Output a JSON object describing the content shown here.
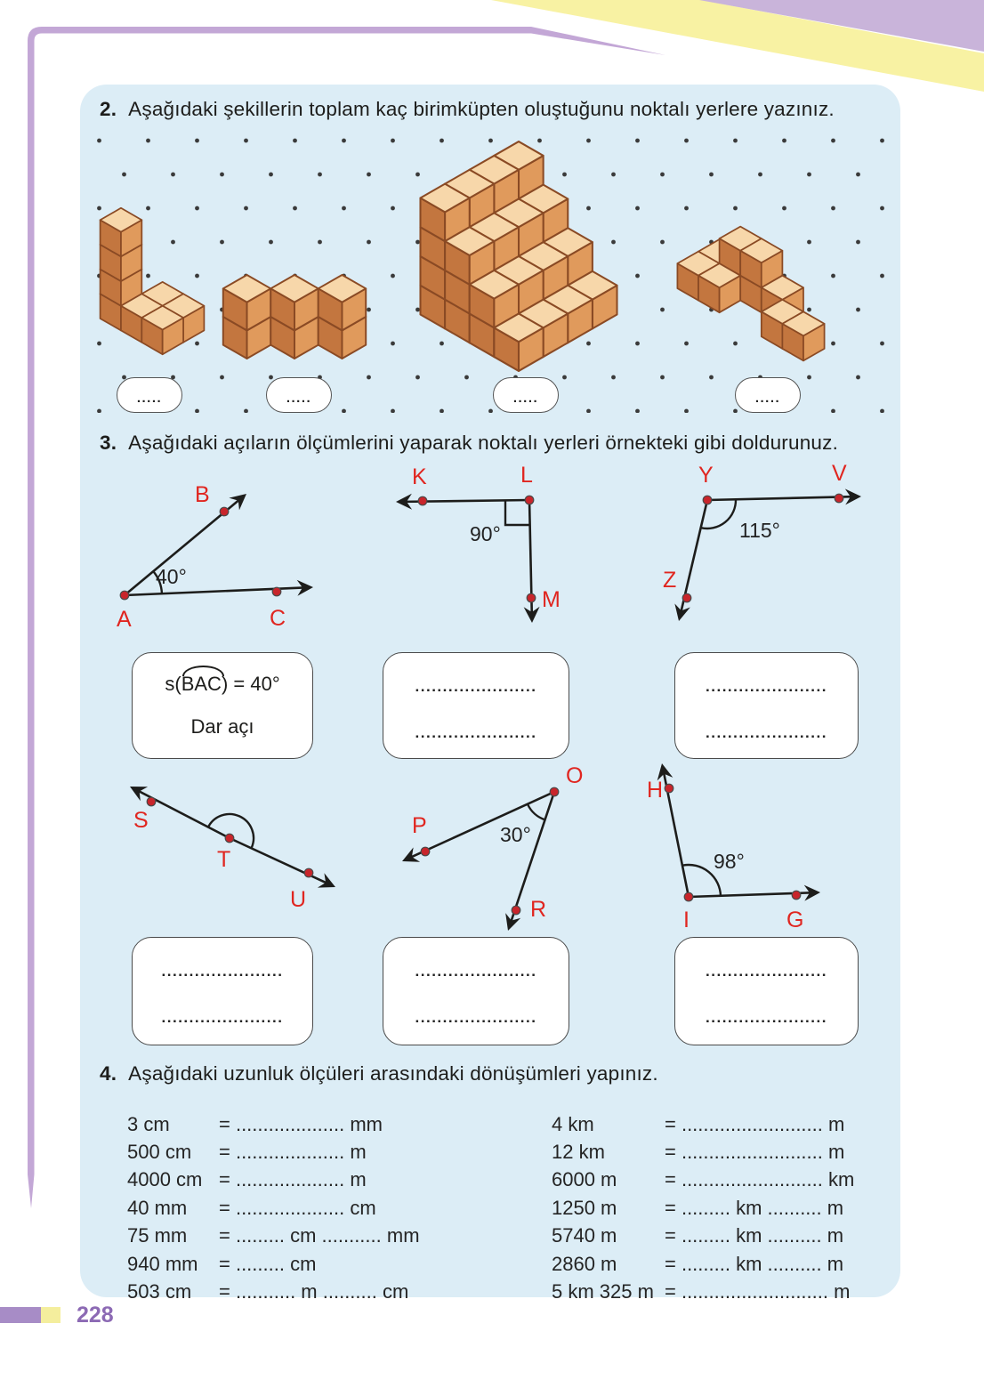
{
  "page": {
    "number": "228"
  },
  "q2": {
    "no": "2.",
    "text": "Aşağıdaki şekillerin toplam kaç birimküpten oluştuğunu noktalı yerlere yazınız.",
    "answers": [
      ".....",
      ".....",
      ".....",
      "....."
    ],
    "figures": [
      {
        "name": "l-shaped-block",
        "cubes": [
          [
            0,
            1,
            0
          ],
          [
            0,
            1,
            1
          ],
          [
            0,
            1,
            2
          ],
          [
            0,
            1,
            3
          ],
          [
            1,
            0,
            0
          ],
          [
            1,
            1,
            0
          ],
          [
            2,
            0,
            0
          ],
          [
            2,
            1,
            0
          ]
        ]
      },
      {
        "name": "zigzag-block",
        "cubes": [
          [
            0,
            1,
            0
          ],
          [
            0,
            1,
            1
          ],
          [
            1,
            0,
            0
          ],
          [
            1,
            0,
            1
          ],
          [
            2,
            -1,
            0
          ],
          [
            2,
            -1,
            1
          ]
        ]
      },
      {
        "name": "staircase-block",
        "cubes": [
          [
            0,
            0,
            0
          ],
          [
            0,
            0,
            1
          ],
          [
            0,
            0,
            2
          ],
          [
            0,
            0,
            3
          ],
          [
            0,
            1,
            0
          ],
          [
            0,
            1,
            1
          ],
          [
            0,
            1,
            2
          ],
          [
            0,
            1,
            3
          ],
          [
            0,
            2,
            0
          ],
          [
            0,
            2,
            1
          ],
          [
            0,
            2,
            2
          ],
          [
            0,
            2,
            3
          ],
          [
            0,
            3,
            0
          ],
          [
            0,
            3,
            1
          ],
          [
            0,
            3,
            2
          ],
          [
            0,
            3,
            3
          ],
          [
            1,
            0,
            0
          ],
          [
            1,
            0,
            1
          ],
          [
            1,
            0,
            2
          ],
          [
            1,
            1,
            0
          ],
          [
            1,
            1,
            1
          ],
          [
            1,
            1,
            2
          ],
          [
            1,
            2,
            0
          ],
          [
            1,
            2,
            1
          ],
          [
            1,
            2,
            2
          ],
          [
            1,
            3,
            0
          ],
          [
            1,
            3,
            1
          ],
          [
            1,
            3,
            2
          ],
          [
            2,
            0,
            0
          ],
          [
            2,
            0,
            1
          ],
          [
            2,
            1,
            0
          ],
          [
            2,
            1,
            1
          ],
          [
            2,
            2,
            0
          ],
          [
            2,
            2,
            1
          ],
          [
            2,
            3,
            0
          ],
          [
            2,
            3,
            1
          ],
          [
            3,
            0,
            0
          ],
          [
            3,
            1,
            0
          ],
          [
            3,
            2,
            0
          ],
          [
            3,
            3,
            0
          ]
        ]
      },
      {
        "name": "irregular-block",
        "cubes": [
          [
            0,
            0,
            0
          ],
          [
            1,
            0,
            0
          ],
          [
            0,
            1,
            0
          ],
          [
            1,
            1,
            0
          ],
          [
            2,
            0,
            0
          ],
          [
            1,
            0,
            1
          ],
          [
            2,
            0,
            1
          ],
          [
            3,
            0,
            0
          ],
          [
            4,
            1,
            0
          ],
          [
            5,
            1,
            0
          ]
        ]
      }
    ],
    "colors": {
      "wood_top": "#f7d7aa",
      "wood_right": "#e09a5c",
      "wood_left": "#c3763f",
      "wood_line": "#8a4a24"
    }
  },
  "q3": {
    "no": "3.",
    "text": "Aşağıdaki açıların ölçümlerini yaparak noktalı yerleri örnekteki gibi doldurunuz.",
    "angles": [
      {
        "p1": "B",
        "vertex": "A",
        "p2": "C",
        "degree": "40°"
      },
      {
        "p1": "K",
        "vertex": "L",
        "p2": "M",
        "degree": "90°"
      },
      {
        "p1": "V",
        "vertex": "Y",
        "p2": "Z",
        "degree": "115°"
      },
      {
        "p1": "S",
        "vertex": "T",
        "p2": "U",
        "degree": ""
      },
      {
        "p1": "P",
        "vertex": "O",
        "p2": "R",
        "degree": "30°"
      },
      {
        "p1": "H",
        "vertex": "I",
        "p2": "G",
        "degree": "98°"
      }
    ],
    "example": {
      "open": "s(",
      "letters": "BAC",
      "close": ") = 40°",
      "label": "Dar açı"
    },
    "dots": "......................",
    "label_color": "#e02620"
  },
  "q4": {
    "no": "4.",
    "text": "Aşağıdaki uzunluk ölçüleri arasındaki dönüşümleri yapınız.",
    "left": [
      [
        "3 cm",
        "= .................... mm"
      ],
      [
        "500 cm",
        "= .................... m"
      ],
      [
        "4000 cm",
        "= .................... m"
      ],
      [
        "40 mm",
        "= .................... cm"
      ],
      [
        "75 mm",
        "= ......... cm ........... mm"
      ],
      [
        "940 mm",
        "= ......... cm"
      ],
      [
        "503 cm",
        "= ........... m .......... cm"
      ]
    ],
    "right": [
      [
        "4 km",
        "= .......................... m"
      ],
      [
        "12 km",
        "= .......................... m"
      ],
      [
        "6000 m",
        "= .......................... km"
      ],
      [
        "1250 m",
        "= ......... km .......... m"
      ],
      [
        "5740 m",
        "= ......... km .......... m"
      ],
      [
        "2860 m",
        "= ......... km .......... m"
      ],
      [
        "5 km 325 m",
        "= ........................... m"
      ]
    ]
  }
}
